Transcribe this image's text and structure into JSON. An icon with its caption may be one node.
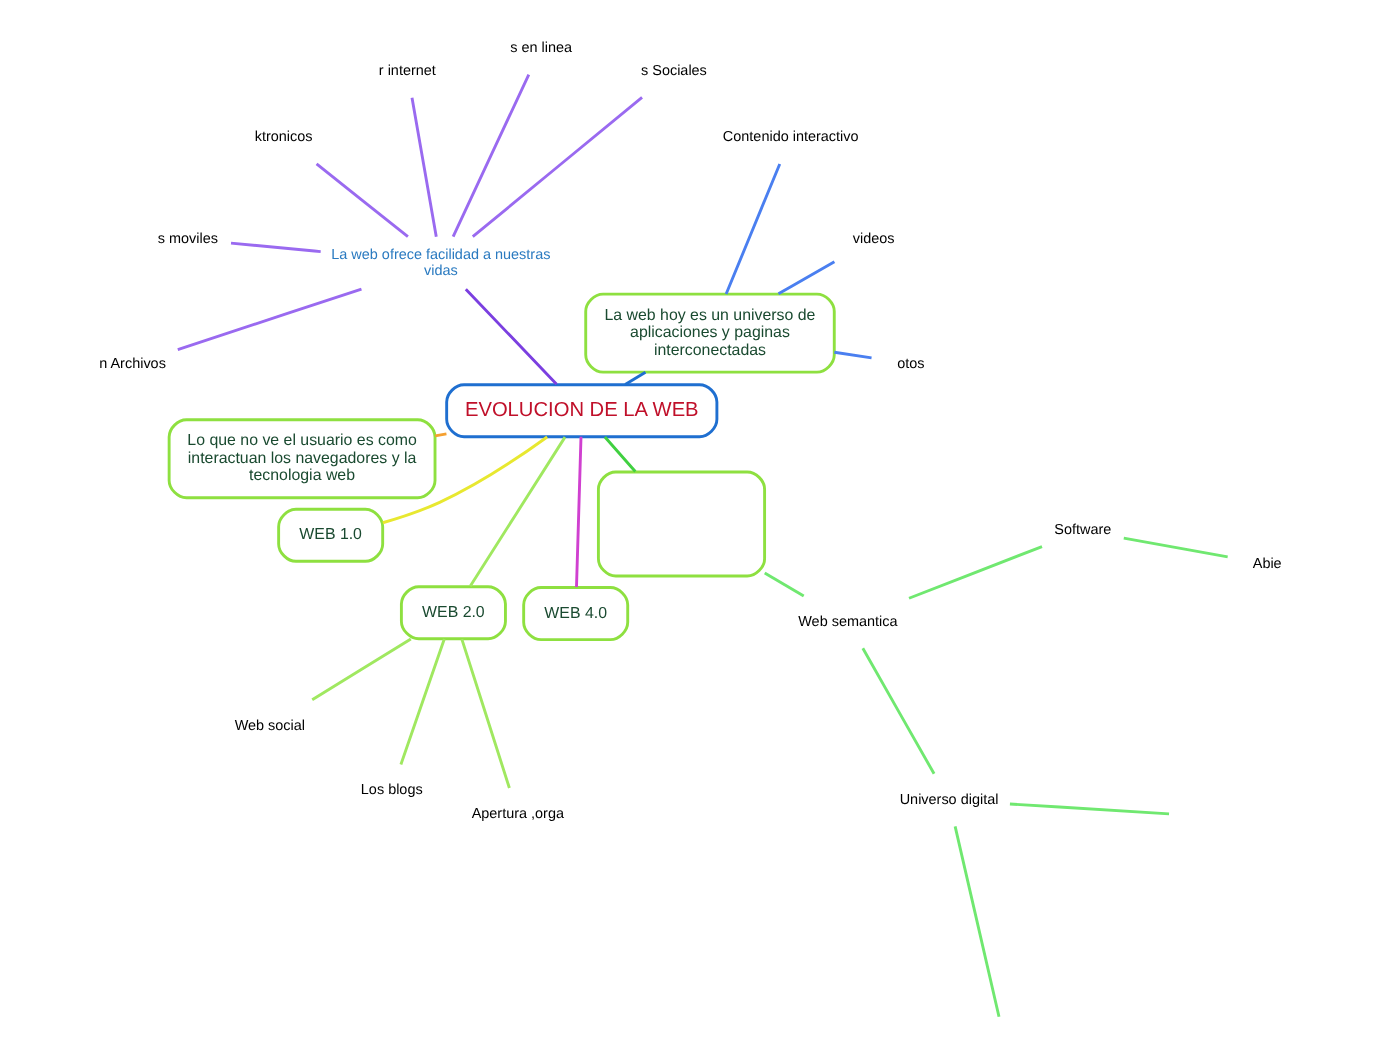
{
  "diagram": {
    "nodes": [
      {
        "text": [
          "EVOLUCION DE LA WEB"
        ]
      },
      {
        "text": [
          "La web hoy es un universo de aplicaciones y paginas interconectadas"
        ]
      },
      {
        "text": [
          "otos"
        ]
      },
      {
        "text": [
          "videos"
        ]
      },
      {
        "text": [
          "Contenido interactivo"
        ]
      },
      {
        "text": [
          "La web ofrece facilidad a nuestras vidas"
        ]
      },
      {
        "text": [
          "s Sociales"
        ]
      },
      {
        "text": [
          "s en linea"
        ]
      },
      {
        "text": [
          "r internet"
        ]
      },
      {
        "text": [
          "ktronicos"
        ]
      },
      {
        "text": [
          "s moviles"
        ]
      },
      {
        "text": [
          "n Archivos"
        ]
      },
      {
        "text": [
          "Lo que no ve el usuario es como interactuan los navegadores y la tecnologia web"
        ]
      },
      {
        "text": [
          "WEB 1.0"
        ]
      },
      {
        "text": [
          "WEB 2.0"
        ]
      },
      {
        "text": [
          "Web social"
        ]
      },
      {
        "text": [
          "Los blogs"
        ]
      },
      {
        "text": [
          "Apertura ,orga"
        ]
      },
      {
        "text": [
          "WEB 4.0"
        ]
      },
      {
        "text": [],
        "shape": "box"
      },
      {
        "text": [
          "Web semantica"
        ]
      },
      {
        "text": [
          "Universo digital"
        ]
      },
      {
        "text": [
          "Software"
        ]
      },
      {
        "text": [
          "Abie"
        ]
      }
    ],
    "edges": [
      {
        "from": 0,
        "to": 1,
        "arrow": "none",
        "color": "#1f6fd0"
      },
      {
        "from": 1,
        "to": 2,
        "arrow": "none",
        "color": "#4a7ff0"
      },
      {
        "from": 1,
        "to": 3,
        "arrow": "none",
        "color": "#4a7ff0"
      },
      {
        "from": 1,
        "to": 4,
        "arrow": "none",
        "color": "#4a7ff0"
      },
      {
        "from": 0,
        "to": 5,
        "arrow": "none",
        "color": "#7b3fe0"
      },
      {
        "from": 5,
        "to": 6,
        "arrow": "none",
        "color": "#9a6af0"
      },
      {
        "from": 5,
        "to": 7,
        "arrow": "none",
        "color": "#9a6af0"
      },
      {
        "from": 5,
        "to": 8,
        "arrow": "none",
        "color": "#9a6af0"
      },
      {
        "from": 5,
        "to": 9,
        "arrow": "none",
        "color": "#9a6af0"
      },
      {
        "from": 5,
        "to": 10,
        "arrow": "none",
        "color": "#9a6af0"
      },
      {
        "from": 5,
        "to": 11,
        "arrow": "none",
        "color": "#9a6af0"
      },
      {
        "from": 0,
        "to": 12,
        "arrow": "none",
        "color": "#f5a030"
      },
      {
        "from": 0,
        "to": 13,
        "arrow": "none",
        "color": "#e8e830"
      },
      {
        "from": 0,
        "to": 14,
        "arrow": "none",
        "color": "#a0e860"
      },
      {
        "from": 14,
        "to": 15,
        "arrow": "none",
        "color": "#a0e860"
      },
      {
        "from": 14,
        "to": 16,
        "arrow": "none",
        "color": "#a0e860"
      },
      {
        "from": 14,
        "to": 17,
        "arrow": "none",
        "color": "#a0e860"
      },
      {
        "from": 0,
        "to": 18,
        "arrow": "none",
        "color": "#d040d0"
      },
      {
        "from": 0,
        "to": 19,
        "arrow": "none",
        "color": "#40d040"
      },
      {
        "from": 19,
        "to": 20,
        "arrow": "none",
        "color": "#70e870"
      },
      {
        "from": 20,
        "to": 21,
        "arrow": "none",
        "color": "#70e870"
      },
      {
        "from": 20,
        "to": 22,
        "arrow": "none",
        "color": "#70e870"
      },
      {
        "from": 22,
        "to": 23,
        "arrow": "none",
        "color": "#70e870"
      },
      {
        "from": 21,
        "to": null,
        "arrow": "none",
        "color": "#70e870"
      },
      {
        "from": 21,
        "to": null,
        "arrow": "none",
        "color": "#70e870"
      }
    ]
  }
}
